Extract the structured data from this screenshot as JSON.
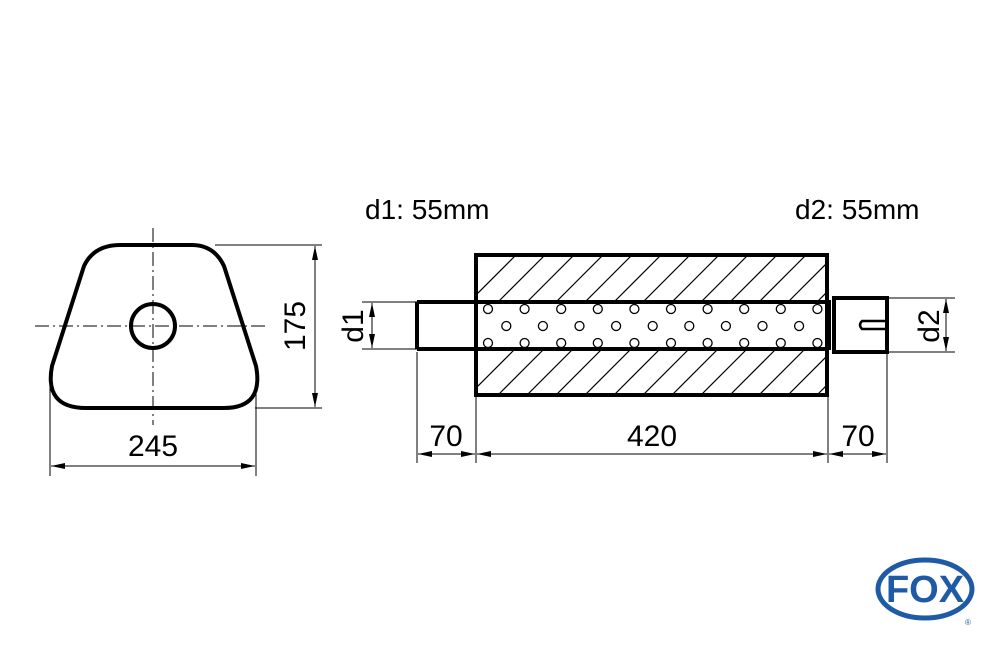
{
  "labels": {
    "d1_spec": "d1: 55mm",
    "d2_spec": "d2: 55mm"
  },
  "dimensions": {
    "width": "245",
    "height": "175",
    "inlet_length": "70",
    "body_length": "420",
    "outlet_length": "70",
    "d1": "d1",
    "d2": "d2"
  },
  "logo": {
    "text": "FOX",
    "registered": "®",
    "color": "#1f5aa6"
  }
}
